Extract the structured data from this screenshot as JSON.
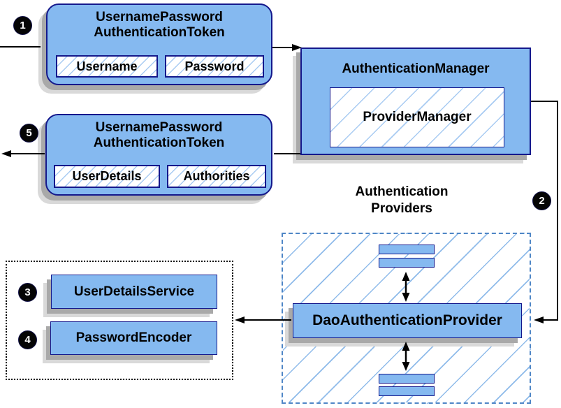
{
  "diagram": {
    "kind": "spring-security-authentication-flow",
    "colors": {
      "node_fill": "#85B9F0",
      "node_border": "#14188C",
      "hatch_line": "#A8CBF2",
      "dashed_border": "#4F86C6",
      "shadow": "#A9A9A9",
      "connector": "#000000",
      "badge_bg": "#050505",
      "badge_text": "#FFFFFF"
    },
    "steps": [
      "1",
      "2",
      "3",
      "4",
      "5"
    ],
    "nodes": {
      "token_request": {
        "title_line1": "UsernamePassword",
        "title_line2": "AuthenticationToken",
        "children": [
          "Username",
          "Password"
        ]
      },
      "authentication_manager": {
        "title": "AuthenticationManager",
        "child": "ProviderManager"
      },
      "token_response": {
        "title_line1": "UsernamePassword",
        "title_line2": "AuthenticationToken",
        "children": [
          "UserDetails",
          "Authorities"
        ]
      },
      "providers_group": {
        "title_line1": "Authentication",
        "title_line2": "Providers",
        "main_provider": "DaoAuthenticationProvider"
      },
      "collaborators": [
        "UserDetailsService",
        "PasswordEncoder"
      ]
    }
  }
}
